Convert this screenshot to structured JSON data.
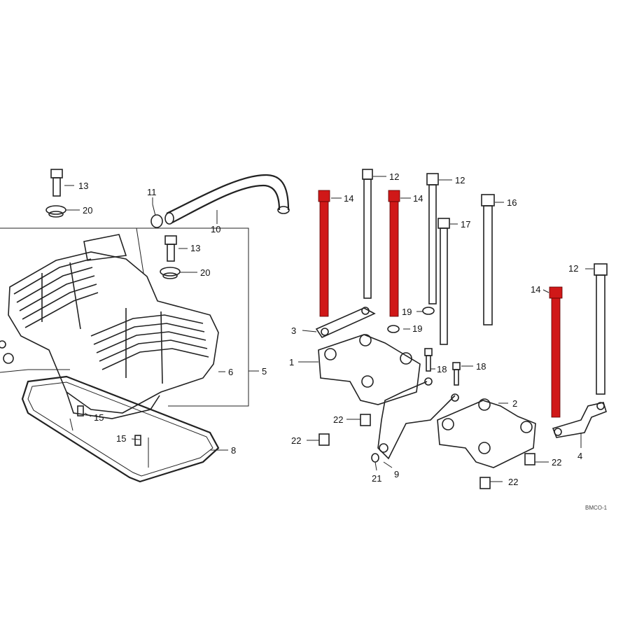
{
  "diagram": {
    "callouts": {
      "c1": "1",
      "c2": "2",
      "c3": "3",
      "c4": "4",
      "c5": "5",
      "c6": "6",
      "c8": "8",
      "c9": "9",
      "c10": "10",
      "c11": "11",
      "c12a": "12",
      "c12b": "12",
      "c12c": "12",
      "c13a": "13",
      "c13b": "13",
      "c14a": "14",
      "c14b": "14",
      "c14c": "14",
      "c15a": "15",
      "c15b": "15",
      "c16": "16",
      "c17": "17",
      "c18a": "18",
      "c18b": "18",
      "c19a": "19",
      "c19b": "19",
      "c20a": "20",
      "c20b": "20",
      "c21": "21",
      "c22a": "22",
      "c22b": "22",
      "c22c": "22",
      "c22d": "22"
    },
    "corner_code": "BMCO-1",
    "highlight_color": "#d01818"
  }
}
